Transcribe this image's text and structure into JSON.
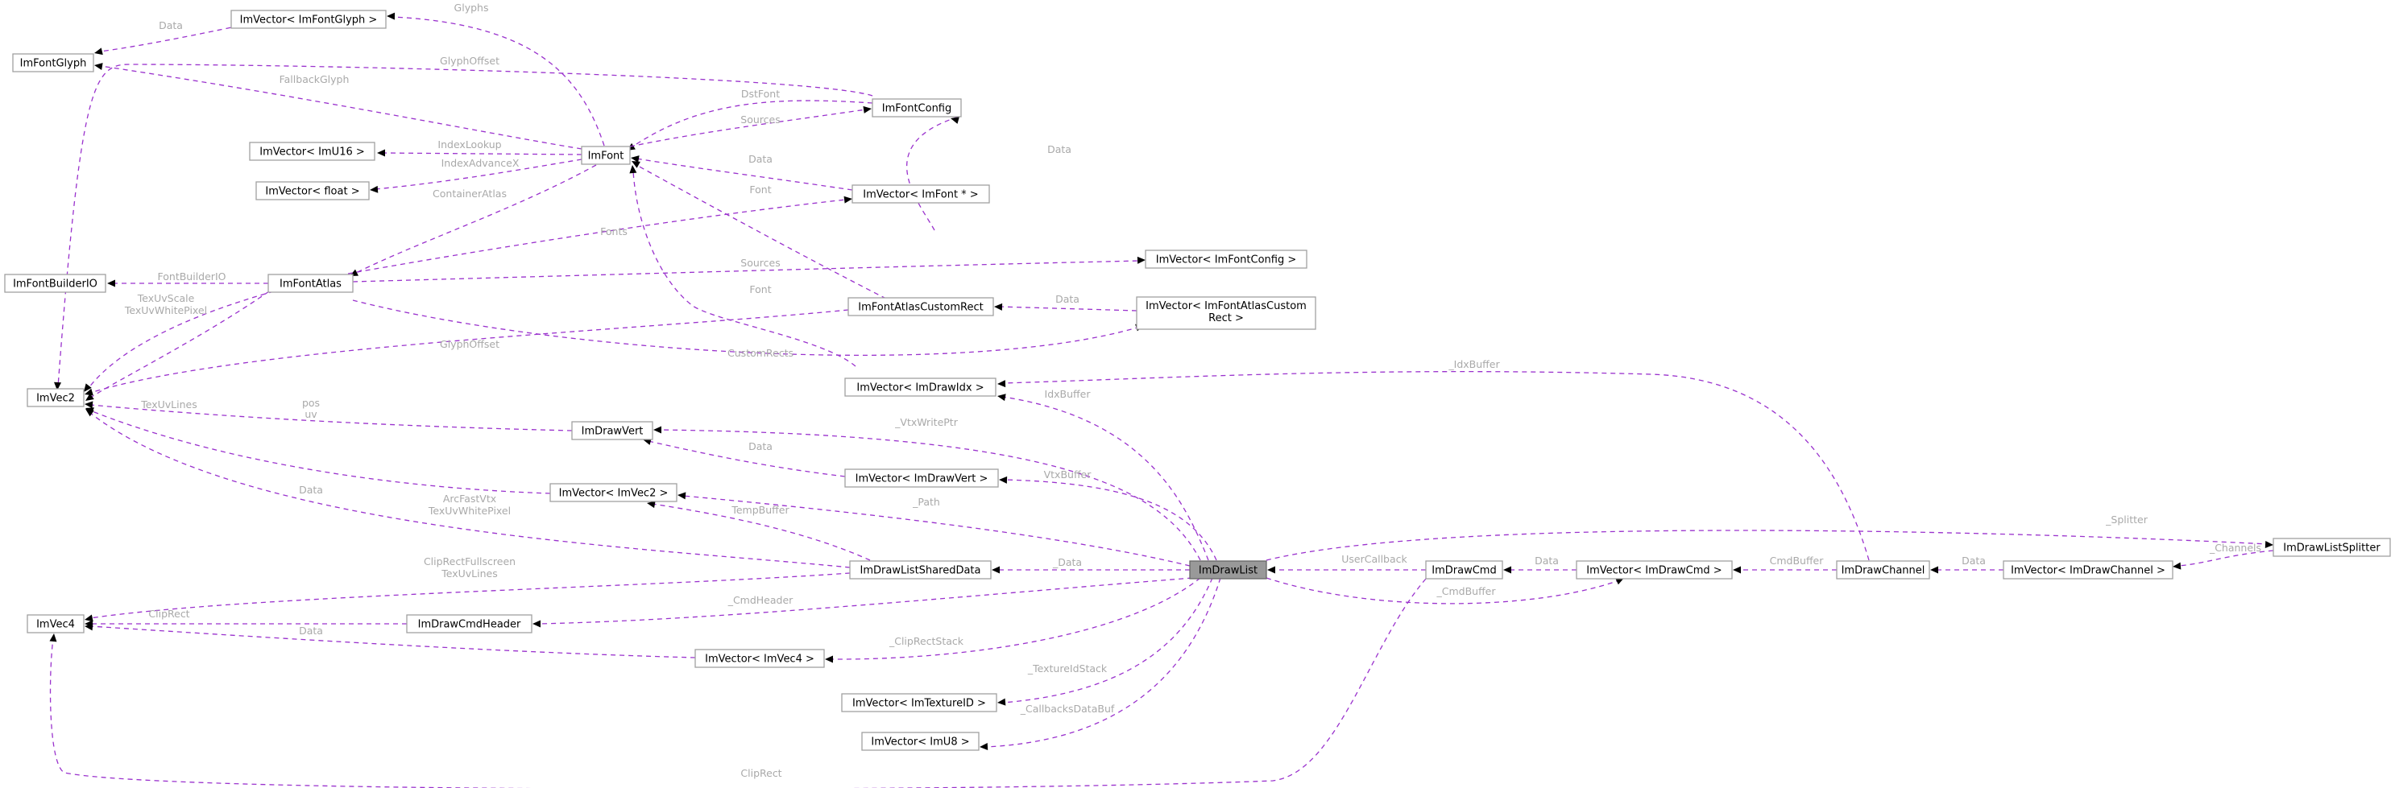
{
  "diagram": {
    "nodes": [
      {
        "id": "ImDrawList",
        "label": "ImDrawList",
        "focus": true
      },
      {
        "id": "ImFontGlyph",
        "label": "ImFontGlyph"
      },
      {
        "id": "VecGlyph",
        "label": "ImVector< ImFontGlyph >"
      },
      {
        "id": "ImFont",
        "label": "ImFont"
      },
      {
        "id": "ImFontConfig",
        "label": "ImFontConfig"
      },
      {
        "id": "VecU16",
        "label": "ImVector< ImU16 >"
      },
      {
        "id": "VecFloat",
        "label": "ImVector< float >"
      },
      {
        "id": "VecFontPtr",
        "label": "ImVector< ImFont * >"
      },
      {
        "id": "VecFontConfig",
        "label": "ImVector< ImFontConfig >"
      },
      {
        "id": "ImFontBuilderIO",
        "label": "ImFontBuilderIO"
      },
      {
        "id": "ImFontAtlas",
        "label": "ImFontAtlas"
      },
      {
        "id": "CustomRect",
        "label": "ImFontAtlasCustomRect"
      },
      {
        "id": "VecCustomRect",
        "label": "ImVector< ImFontAtlasCustom",
        "label2": "Rect >"
      },
      {
        "id": "ImVec2",
        "label": "ImVec2"
      },
      {
        "id": "VecDrawIdx",
        "label": "ImVector< ImDrawIdx >"
      },
      {
        "id": "ImDrawVert",
        "label": "ImDrawVert"
      },
      {
        "id": "VecDrawVert",
        "label": "ImVector< ImDrawVert >"
      },
      {
        "id": "VecVec2",
        "label": "ImVector< ImVec2 >"
      },
      {
        "id": "SharedData",
        "label": "ImDrawListSharedData"
      },
      {
        "id": "ImVec4",
        "label": "ImVec4"
      },
      {
        "id": "CmdHeader",
        "label": "ImDrawCmdHeader"
      },
      {
        "id": "VecVec4",
        "label": "ImVector< ImVec4 >"
      },
      {
        "id": "VecTexID",
        "label": "ImVector< ImTextureID >"
      },
      {
        "id": "VecU8",
        "label": "ImVector< ImU8 >"
      },
      {
        "id": "ImDrawCmd",
        "label": "ImDrawCmd"
      },
      {
        "id": "VecDrawCmd",
        "label": "ImVector< ImDrawCmd >"
      },
      {
        "id": "ImDrawChannel",
        "label": "ImDrawChannel"
      },
      {
        "id": "VecDrawChannel",
        "label": "ImVector< ImDrawChannel >"
      },
      {
        "id": "Splitter",
        "label": "ImDrawListSplitter"
      }
    ],
    "edges": [
      {
        "id": "e1",
        "label": "Data"
      },
      {
        "id": "e2",
        "label": "Glyphs"
      },
      {
        "id": "e3",
        "label": "GlyphOffset"
      },
      {
        "id": "e4",
        "label": "FallbackGlyph"
      },
      {
        "id": "e5",
        "label": "DstFont"
      },
      {
        "id": "e6",
        "label": "Sources"
      },
      {
        "id": "e7",
        "label": "IndexLookup"
      },
      {
        "id": "e8",
        "label": "IndexAdvanceX"
      },
      {
        "id": "e9",
        "label": "Data"
      },
      {
        "id": "e10",
        "label": "Font"
      },
      {
        "id": "e11",
        "label": "ContainerAtlas"
      },
      {
        "id": "e12",
        "label": "Data"
      },
      {
        "id": "e13",
        "label": "Fonts"
      },
      {
        "id": "e14",
        "label": "Sources"
      },
      {
        "id": "e15",
        "label": "FontBuilderIO"
      },
      {
        "id": "e16",
        "label": "TexUvScale",
        "label2": "TexUvWhitePixel"
      },
      {
        "id": "e17",
        "label": "Data"
      },
      {
        "id": "e18",
        "label": "Font"
      },
      {
        "id": "e19",
        "label": "GlyphOffset"
      },
      {
        "id": "e20",
        "label": "CustomRects"
      },
      {
        "id": "e21",
        "label": "TexUvLines"
      },
      {
        "id": "e22",
        "label": "pos",
        "label2": "uv"
      },
      {
        "id": "e23",
        "label": "IdxBuffer"
      },
      {
        "id": "e24",
        "label": "_IdxBuffer"
      },
      {
        "id": "e25",
        "label": "_VtxWritePtr"
      },
      {
        "id": "e26",
        "label": "Data"
      },
      {
        "id": "e27",
        "label": "VtxBuffer"
      },
      {
        "id": "e28",
        "label": "Data"
      },
      {
        "id": "e29",
        "label": "ArcFastVtx",
        "label2": "TexUvWhitePixel"
      },
      {
        "id": "e30",
        "label": "_Path"
      },
      {
        "id": "e31",
        "label": "TempBuffer"
      },
      {
        "id": "e32",
        "label": "_Data"
      },
      {
        "id": "e33",
        "label": "ClipRectFullscreen",
        "label2": "TexUvLines"
      },
      {
        "id": "e34",
        "label": "ClipRect"
      },
      {
        "id": "e35",
        "label": "_CmdHeader"
      },
      {
        "id": "e36",
        "label": "Data"
      },
      {
        "id": "e37",
        "label": "_ClipRectStack"
      },
      {
        "id": "e38",
        "label": "_TextureIdStack"
      },
      {
        "id": "e39",
        "label": "_CallbacksDataBuf"
      },
      {
        "id": "e40",
        "label": "_Splitter"
      },
      {
        "id": "e41",
        "label": "UserCallback"
      },
      {
        "id": "e42",
        "label": "Data"
      },
      {
        "id": "e43",
        "label": "CmdBuffer"
      },
      {
        "id": "e44",
        "label": "_CmdBuffer"
      },
      {
        "id": "e45",
        "label": "Data"
      },
      {
        "id": "e46",
        "label": "_Channels"
      },
      {
        "id": "e47",
        "label": "ClipRect"
      }
    ]
  }
}
